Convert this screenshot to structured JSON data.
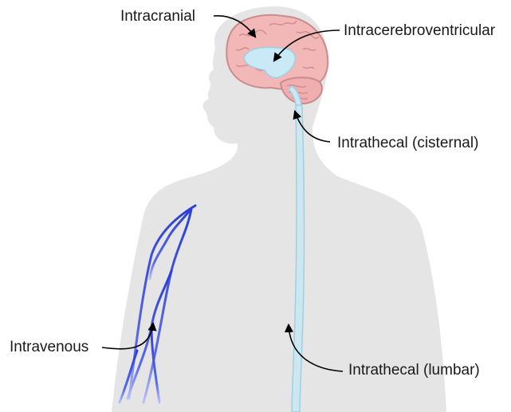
{
  "labels": {
    "intracranial": "Intracranial",
    "intracerebroventricular": "Intracerebroventricular",
    "intrathecal_cisternal": "Intrathecal (cisternal)",
    "intravenous": "Intravenous",
    "intrathecal_lumbar": "Intrathecal (lumbar)"
  },
  "colors": {
    "body_silhouette": "#e5e5e5",
    "brain": "#f2b8b8",
    "brain_outline": "#c98b8b",
    "ventricle": "#c8e9f5",
    "spinal_cord": "#cde7f0",
    "veins": "#2b3fd6",
    "arrow": "#000000"
  }
}
